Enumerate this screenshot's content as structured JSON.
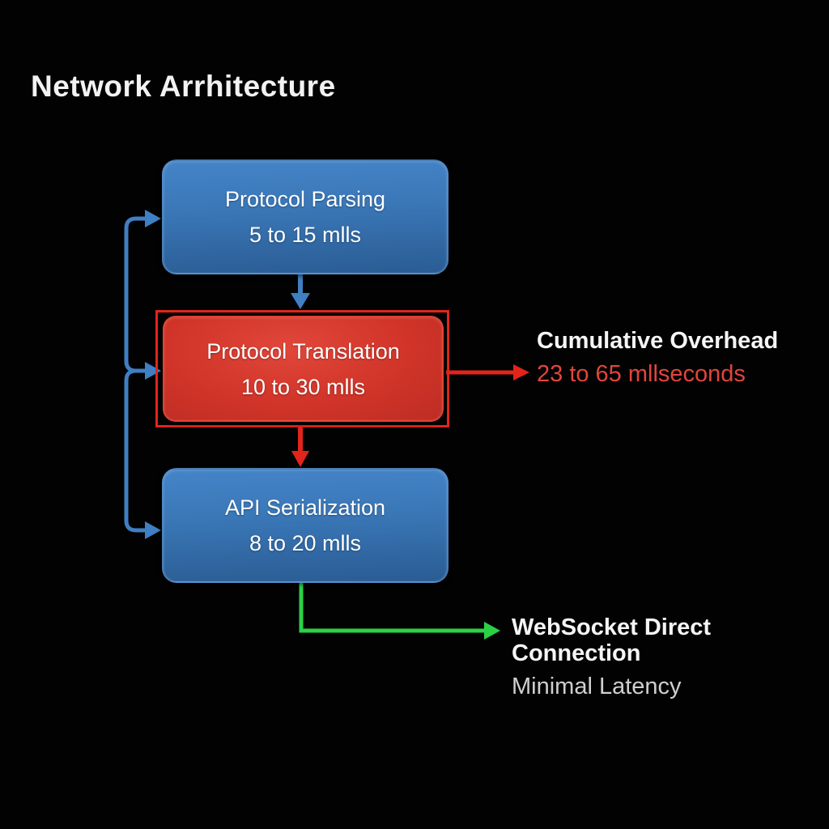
{
  "title": "Network Arrhitecture",
  "colors": {
    "background": "#020202",
    "blue_accent": "#3f7fc4",
    "box_blue_top": "#4484c7",
    "box_blue_bottom": "#2a5c93",
    "box_red": "#d13428",
    "red_accent": "#e1251b",
    "red_value_text": "#e2453c",
    "green_accent": "#2bd145",
    "gray_text": "#cfcfcf",
    "white_text": "#f5f5f5"
  },
  "flow": {
    "nodes": [
      {
        "id": "protocol-parsing",
        "label": "Protocol Parsing",
        "value": "5 to 15 mlls",
        "color": "blue"
      },
      {
        "id": "protocol-translation",
        "label": "Protocol Translation",
        "value": "10 to 30 mlls",
        "color": "red",
        "highlighted": true
      },
      {
        "id": "api-serialization",
        "label": "API Serialization",
        "value": "8 to 20 mlls",
        "color": "blue"
      }
    ],
    "annotations": [
      {
        "id": "cumulative-overhead",
        "title": "Cumulative Overhead",
        "value": "23 to 65 mllseconds",
        "arrow_color": "#e1251b"
      },
      {
        "id": "websocket-direct",
        "title": "WebSocket Direct Connection",
        "value": "Minimal Latency",
        "arrow_color": "#2bd145"
      }
    ]
  }
}
